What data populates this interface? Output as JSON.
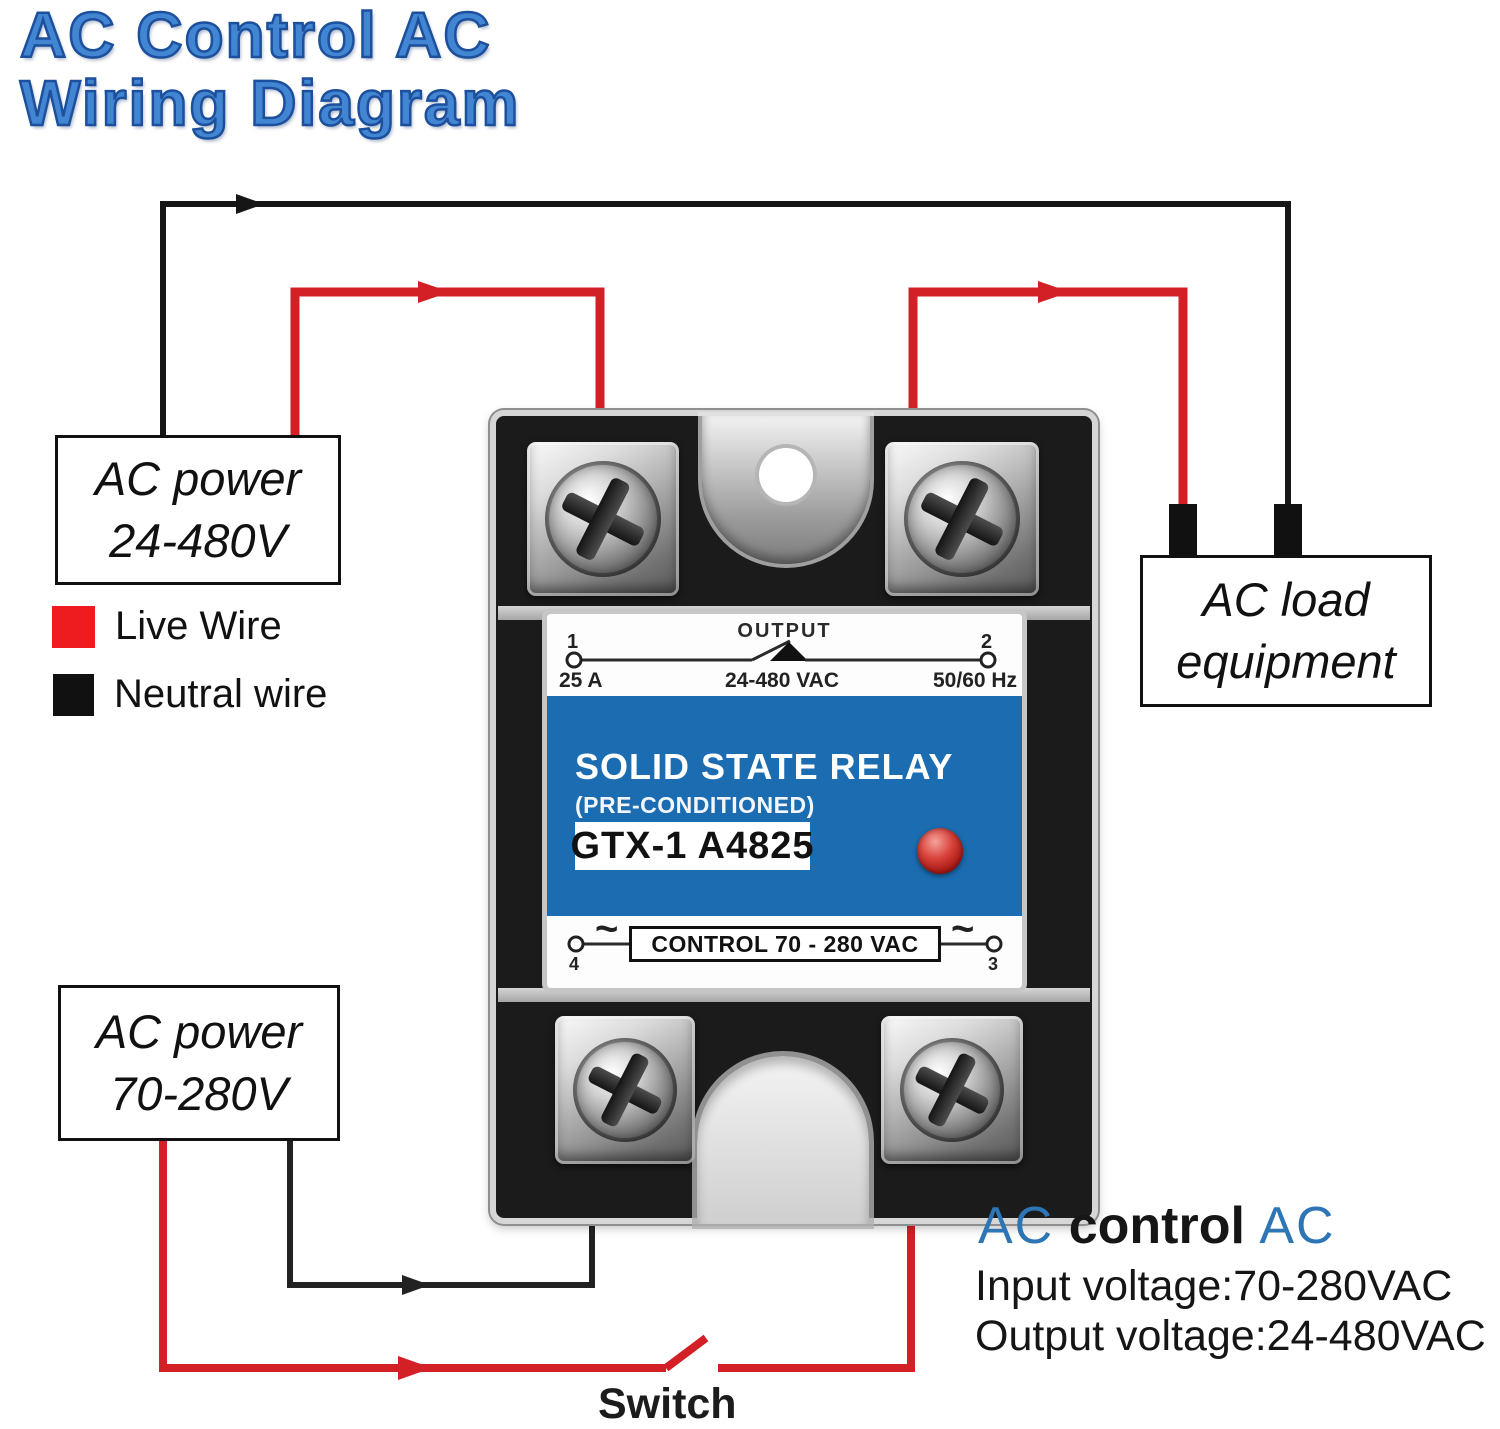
{
  "title": {
    "line1": "AC Control AC",
    "line2": "Wiring Diagram"
  },
  "legend": {
    "live_label": "Live Wire",
    "neutral_label": "Neutral wire"
  },
  "nodes": {
    "ac_power_top": {
      "line1": "AC power",
      "line2": "24-480V"
    },
    "ac_power_bottom": {
      "line1": "AC power",
      "line2": "70-280V"
    },
    "ac_load": {
      "line1": "AC load",
      "line2": "equipment"
    }
  },
  "relay": {
    "output_band": {
      "title": "OUTPUT",
      "terminal_1": "1",
      "terminal_2": "2",
      "current_rating": "25 A",
      "voltage_rating": "24-480 VAC",
      "frequency": "50/60 Hz"
    },
    "face": {
      "name": "SOLID STATE RELAY",
      "subtitle": "(PRE-CONDITIONED)",
      "model": "GTX-1 A4825"
    },
    "control_band": {
      "label": "CONTROL 70 - 280 VAC",
      "terminal_4": "4",
      "terminal_3": "3",
      "ac_symbol": "~"
    }
  },
  "footer": {
    "ac_left": "AC",
    "control_word": "control",
    "ac_right": "AC",
    "input_line": "Input voltage:70-280VAC",
    "output_line": "Output voltage:24-480VAC"
  },
  "switch_label": "Switch",
  "colors": {
    "live_wire_red": "#d32026",
    "neutral_wire_black": "#161616",
    "relay_blue": "#1b6cb0",
    "title_blue": "#4285d2",
    "footer_accent_blue": "#2e75b6",
    "led_red": "#c4201c"
  }
}
